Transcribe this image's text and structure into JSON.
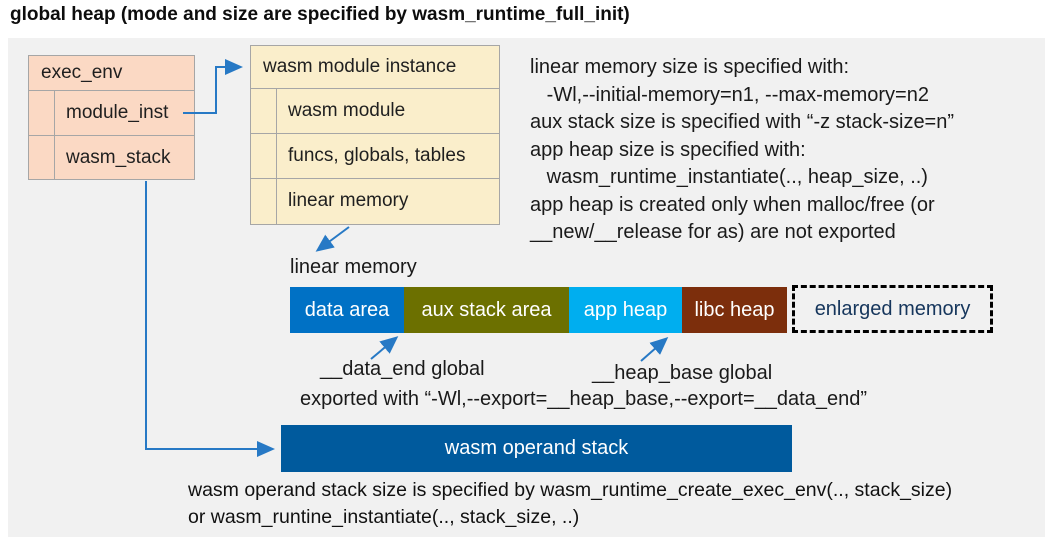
{
  "title": "global heap (mode and size are specified by wasm_runtime_full_init)",
  "exec_env_box": {
    "header": "exec_env",
    "rows": [
      "module_inst",
      "wasm_stack"
    ],
    "fill": "#fbd9c4"
  },
  "module_instance_box": {
    "header": "wasm module instance",
    "rows": [
      "wasm module",
      "funcs, globals, tables",
      "linear memory"
    ],
    "fill": "#faeecb"
  },
  "notes_top_right": {
    "lines": [
      "linear memory size is specified with:",
      "   -Wl,--initial-memory=n1, --max-memory=n2",
      "aux stack size is specified with “-z stack-size=n”",
      "app heap size is specified with:",
      "   wasm_runtime_instantiate(.., heap_size, ..)",
      "app heap is created only when malloc/free (or",
      "__new/__release for as) are not exported"
    ]
  },
  "linear_memory": {
    "label": "linear memory",
    "segments": [
      {
        "label": "data area",
        "color": "#0071c5"
      },
      {
        "label": "aux stack area",
        "color": "#6c7000"
      },
      {
        "label": "app heap",
        "color": "#00aeef"
      },
      {
        "label": "libc heap",
        "color": "#7c2e0c"
      }
    ],
    "enlarged_memory": {
      "label": "enlarged memory",
      "text_color": "#16365c"
    }
  },
  "annotations": {
    "data_end": "__data_end global",
    "heap_base": "__heap_base global",
    "exported": "exported with “-Wl,--export=__heap_base,--export=__data_end”"
  },
  "operand_stack": {
    "label": "wasm operand stack",
    "color": "#005a9d"
  },
  "notes_bottom": {
    "lines": [
      "wasm operand stack size is specified by wasm_runtime_create_exec_env(.., stack_size)",
      "or wasm_runtine_instantiate(.., stack_size, ..)"
    ]
  },
  "accent_colors": {
    "connector_blue": "#2779c5",
    "panel_bg": "#f1f1f1",
    "border_gray": "#a6a6a6"
  }
}
